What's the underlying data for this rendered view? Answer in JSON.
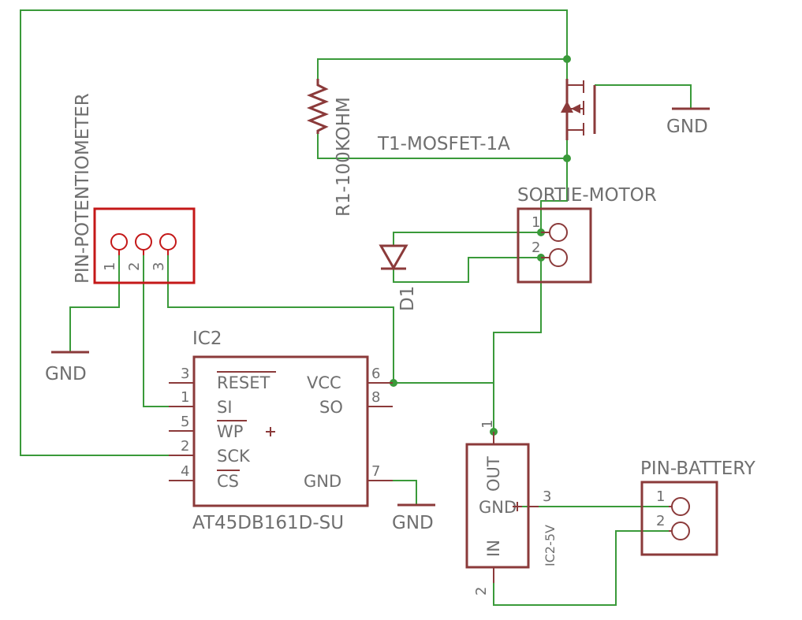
{
  "labels": {
    "pin_potentiometer": "PIN-POTENTIOMETER",
    "gnd": "GND",
    "r1": "R1-100KOHM",
    "t1": "T1-MOSFET-1A",
    "sortie_motor": "SORTIE-MOTOR",
    "d1": "D1",
    "ic2": "IC2",
    "ic2_part": "AT45DB161D-SU",
    "pin_battery": "PIN-BATTERY",
    "regulator": "IC2-5V"
  },
  "potentiometer_pins": [
    "1",
    "2",
    "3"
  ],
  "motor_pins": [
    "1",
    "2"
  ],
  "battery_pins": [
    "1",
    "2"
  ],
  "ic2": {
    "pins_left": [
      {
        "num": "3",
        "name": "RESET",
        "overbar": true
      },
      {
        "num": "1",
        "name": "SI",
        "overbar": false
      },
      {
        "num": "5",
        "name": "WP",
        "overbar": true
      },
      {
        "num": "2",
        "name": "SCK",
        "overbar": false
      },
      {
        "num": "4",
        "name": "CS",
        "overbar": true
      }
    ],
    "pins_right": [
      {
        "num": "6",
        "name": "VCC"
      },
      {
        "num": "8",
        "name": "SO"
      },
      {
        "num": "7",
        "name": "GND"
      }
    ]
  },
  "regulator": {
    "out": "OUT",
    "gnd": "GND",
    "in": "IN",
    "pin_out": "1",
    "pin_gnd": "3",
    "pin_in": "2"
  },
  "colors": {
    "wire": "#3a9a3a",
    "symbol": "#8b3a3a",
    "highlight": "#c41818",
    "text": "#6f6f6f"
  }
}
